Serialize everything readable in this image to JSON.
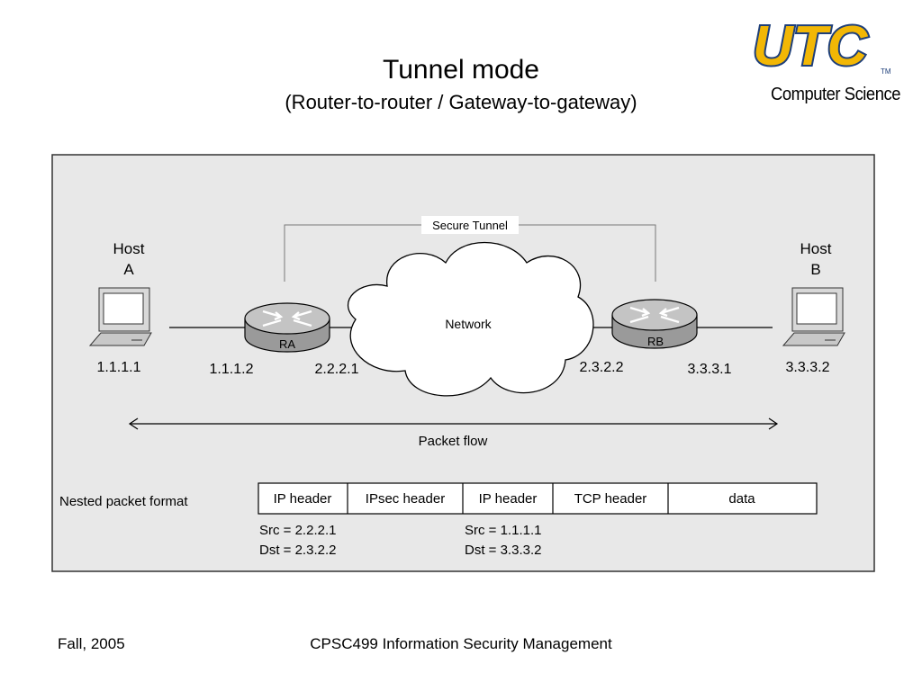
{
  "slide": {
    "title": "Tunnel mode",
    "subtitle": "(Router-to-router / Gateway-to-gateway)"
  },
  "logo": {
    "text": "UTC",
    "trademark": "TM",
    "department": "Computer Science",
    "colors": {
      "fill": "#f2b705",
      "outline": "#1e3f7a"
    }
  },
  "diagram": {
    "tunnel_label": "Secure Tunnel",
    "network_label": "Network",
    "host_a": {
      "line1": "Host",
      "line2": "A",
      "ip": "1.1.1.1"
    },
    "host_b": {
      "line1": "Host",
      "line2": "B",
      "ip": "3.3.3.2"
    },
    "router_a": {
      "label": "RA",
      "ip_left": "1.1.1.2",
      "ip_right": "2.2.2.1"
    },
    "router_b": {
      "label": "RB",
      "ip_left": "2.3.2.2",
      "ip_right": "3.3.3.1"
    },
    "packet_flow_label": "Packet flow",
    "nested_label": "Nested packet format",
    "packet_fields": [
      "IP header",
      "IPsec header",
      "IP header",
      "TCP header",
      "data"
    ],
    "outer_src": "Src = 2.2.2.1",
    "outer_dst": "Dst = 2.3.2.2",
    "inner_src": "Src = 1.1.1.1",
    "inner_dst": "Dst = 3.3.3.2",
    "colors": {
      "panel": "#e8e8e8",
      "router": "#9a9a9a"
    }
  },
  "footer": {
    "left": "Fall, 2005",
    "center": "CPSC499 Information Security Management"
  }
}
